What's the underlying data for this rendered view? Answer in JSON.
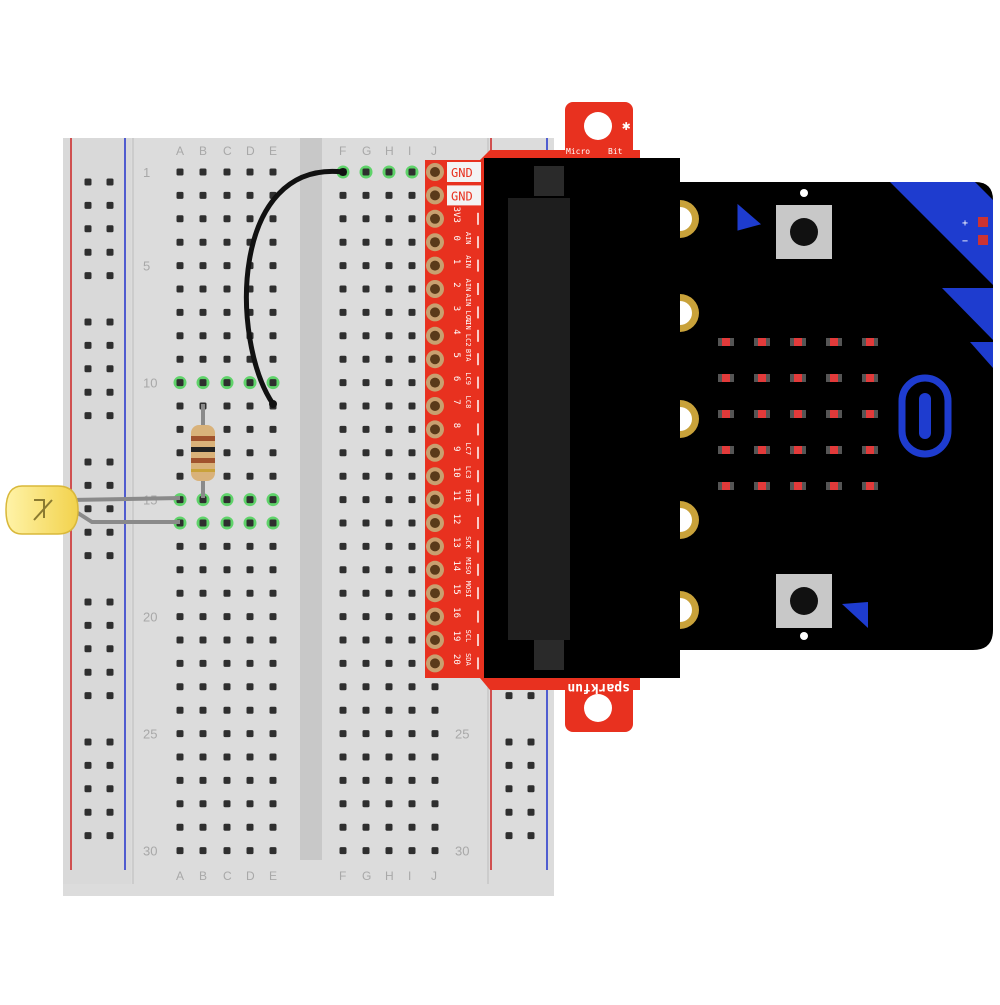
{
  "breadboard": {
    "columns_left": [
      "A",
      "B",
      "C",
      "D",
      "E"
    ],
    "columns_right": [
      "F",
      "G",
      "H",
      "I",
      "J"
    ],
    "row_numbers": [
      "1",
      "5",
      "10",
      "15",
      "20",
      "25",
      "30"
    ],
    "row_count": 30
  },
  "breakout": {
    "brand": "sparkfun",
    "top_labels": [
      "Micro",
      "Bit"
    ],
    "pins": [
      {
        "pin": "GND",
        "fn": ""
      },
      {
        "pin": "GND",
        "fn": ""
      },
      {
        "pin": "3V3",
        "fn": ""
      },
      {
        "pin": "0",
        "fn": "AIN"
      },
      {
        "pin": "1",
        "fn": "AIN"
      },
      {
        "pin": "2",
        "fn": "AIN"
      },
      {
        "pin": "3",
        "fn": "AIN LC1"
      },
      {
        "pin": "4",
        "fn": "AIN LC2"
      },
      {
        "pin": "5",
        "fn": "BTA"
      },
      {
        "pin": "6",
        "fn": "LC9"
      },
      {
        "pin": "7",
        "fn": "LC8"
      },
      {
        "pin": "8",
        "fn": ""
      },
      {
        "pin": "9",
        "fn": "LC7"
      },
      {
        "pin": "10",
        "fn": "LC3"
      },
      {
        "pin": "11",
        "fn": "BTB"
      },
      {
        "pin": "12",
        "fn": ""
      },
      {
        "pin": "13",
        "fn": "SCK"
      },
      {
        "pin": "14",
        "fn": "MISO"
      },
      {
        "pin": "15",
        "fn": "MOSI"
      },
      {
        "pin": "16",
        "fn": ""
      },
      {
        "pin": "19",
        "fn": "SCL"
      },
      {
        "pin": "20",
        "fn": "SDA"
      }
    ]
  },
  "microbit": {
    "battery_plus": "+",
    "battery_minus": "−",
    "led_rows": 5,
    "led_cols": 5
  },
  "components": {
    "led_color": "#f2d95c",
    "resistor_color": "#d9b27a",
    "wire_color": "#1a1a1a",
    "breakout_color": "#e8311f",
    "microbit_color": "#000000",
    "accent_blue": "#1e3ccf"
  }
}
